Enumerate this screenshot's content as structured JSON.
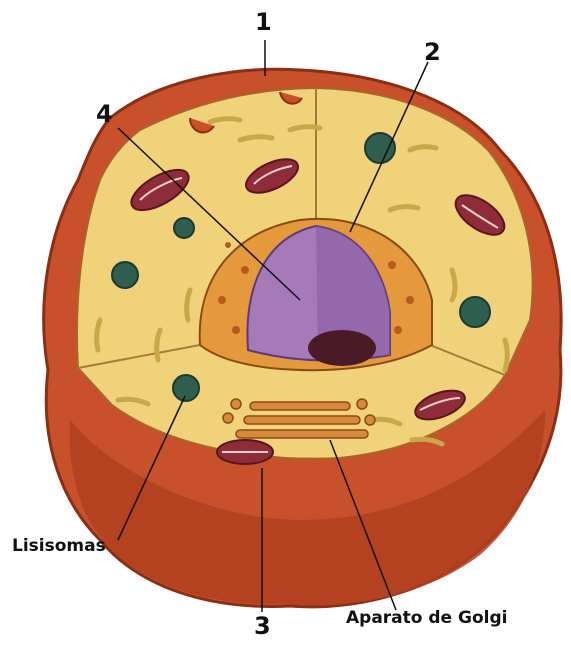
{
  "labels": {
    "one": "1",
    "two": "2",
    "three": "3",
    "four": "4",
    "lysosomes": "Lisisomas",
    "golgi": "Aparato de Golgi"
  },
  "colors": {
    "membrane": "#c8502a",
    "membrane_dark": "#b04020",
    "membrane_outline": "#8a2e14",
    "cytoplasm": "#f0d27a",
    "cytoplasm_dark": "#e2b85c",
    "nuclear_envelope": "#e49a3c",
    "envelope_dots": "#b85a1c",
    "nucleus": "#a47bb8",
    "nucleus_shade": "#8a5ea2",
    "nucleolus": "#4a1a26",
    "mitochondria": "#8e2c3a",
    "mito_inner": "#f4d0c6",
    "vesicles": "#2f5e4e",
    "er": "#c8a84a",
    "golgi": "#d88a3a",
    "leader": "#111111"
  }
}
